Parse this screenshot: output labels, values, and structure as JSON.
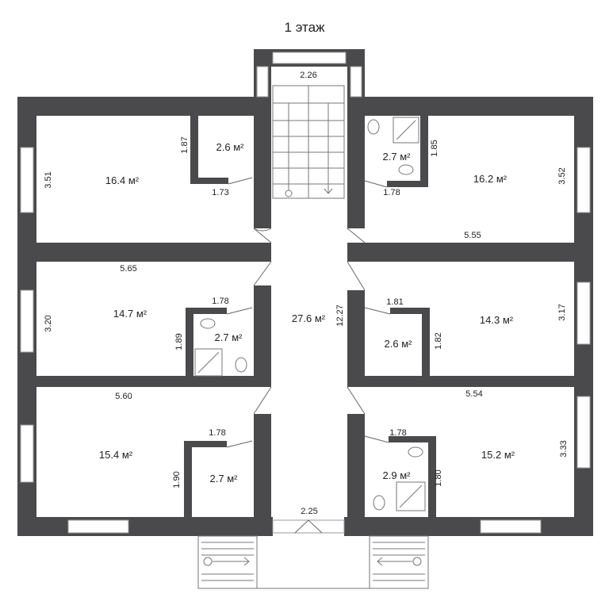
{
  "title": "1 этаж",
  "rooms": {
    "r1_area": "16.4 м²",
    "r1_h": "3.51",
    "c1_area": "2.6 м²",
    "c1_h": "1.87",
    "c1_w": "1.73",
    "r2_area": "16.2 м²",
    "r2_h": "3.52",
    "r2_w": "5.55",
    "b1_area": "2.7 м²",
    "b1_h": "1.85",
    "b1_w": "1.78",
    "stair_w": "2.26",
    "r3_area": "14.7 м²",
    "r3_w": "5.65",
    "r3_h": "3.20",
    "b2_area": "2.7 м²",
    "b2_w": "1.78",
    "b2_h": "1.89",
    "hall_area": "27.6 м²",
    "hall_len": "12.27",
    "c2_area": "2.6 м²",
    "c2_w": "1.81",
    "c2_h": "1.82",
    "r4_area": "14.3 м²",
    "r4_h": "3.17",
    "r5_area": "15.4 м²",
    "r5_w": "5.60",
    "r5_h": "1.90",
    "c3_area": "2.7 м²",
    "c3_w": "1.78",
    "r6_area": "15.2 м²",
    "r6_w": "5.54",
    "r6_h": "3.33",
    "b3_area": "2.9 м²",
    "b3_w": "1.78",
    "b3_h": "1.80",
    "entry_w": "2.25"
  },
  "colors": {
    "wall": "#4a4a4d",
    "background": "#ffffff"
  }
}
